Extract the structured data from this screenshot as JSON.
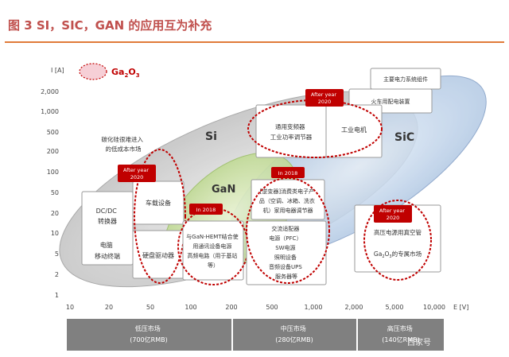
{
  "header": {
    "title": "图 3 SI，SIC，GAN 的应用互为补充"
  },
  "axes": {
    "y_label": "I [A]",
    "y_ticks": [
      "2,000",
      "1,000",
      "500",
      "200",
      "100",
      "50",
      "20",
      "10",
      "5",
      "2",
      "1"
    ],
    "x_label": "E [V]",
    "x_ticks": [
      "10",
      "20",
      "50",
      "100",
      "200",
      "500",
      "1,000",
      "2,000",
      "5,000",
      "10,000"
    ]
  },
  "legend": {
    "label": "Ga",
    "sub": "2",
    "mid": "O",
    "sub2": "3"
  },
  "regions": {
    "si": "Si",
    "gan": "GaN",
    "sic": "SiC"
  },
  "boxes": {
    "cost_note": [
      "碳化硅很难进入",
      "的低成本市场"
    ],
    "dcdc": [
      "DC/DC",
      "转换器"
    ],
    "pc": [
      "电脑",
      "移动终端"
    ],
    "car": "车载设备",
    "hdd": "硬盘驱动器",
    "gan_box": [
      "与GaN-HEMT结合使",
      "用通讯设备电源",
      "高频电路（用于基站",
      "等）"
    ],
    "inverter_box": [
      "[逆变器]消费类电子产",
      "品（空调、冰箱、洗衣",
      "机）家用电器调节器"
    ],
    "adapter_box": [
      "交流适配器",
      "电源（PFC）",
      "SW电源",
      "照明设备",
      "音频设备UPS",
      "服务器等"
    ],
    "drive_box": [
      "通用变频器",
      "工业功率调节器"
    ],
    "motor_box": "工业电机",
    "grid_box": "主要电力系统组件",
    "rail_box": "火车用配电装置",
    "hv_box": [
      "高压电源用真空管",
      "Ga",
      "2",
      "O",
      "3",
      "的专属市场"
    ]
  },
  "badges": {
    "after_a": [
      "After year",
      "2020"
    ],
    "after_b": [
      "After year",
      "2020"
    ],
    "after_c": [
      "After year",
      "2020"
    ],
    "in2018_a": "In 2018",
    "in2018_b": "In 2018"
  },
  "markets": {
    "low": [
      "低压市场",
      "(700亿RMB)"
    ],
    "mid": [
      "中压市场",
      "(280亿RMB)"
    ],
    "high": [
      "高压市场",
      "(140亿RMB)"
    ]
  },
  "watermark": "西家号",
  "colors": {
    "title": "#c0504d",
    "rule": "#e07b39",
    "badge": "#c00000",
    "dotted": "#c00000",
    "market_bar": "#808080"
  }
}
